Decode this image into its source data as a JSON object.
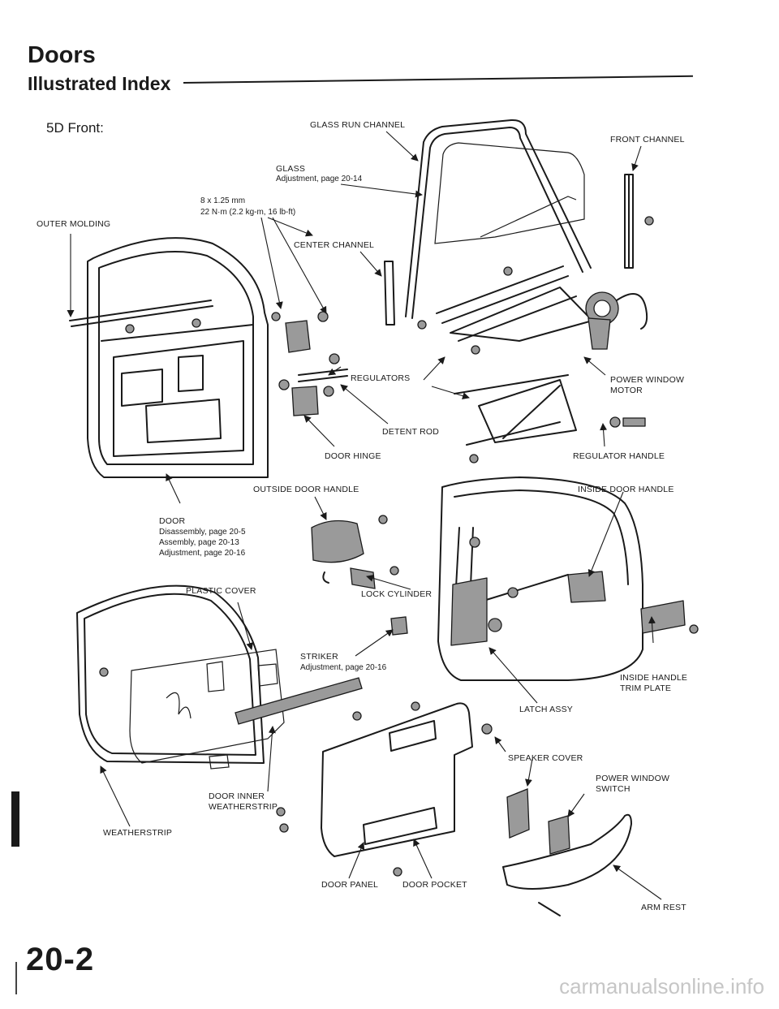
{
  "header": {
    "title": "Doors",
    "subtitle": "Illustrated Index",
    "section": "5D Front:"
  },
  "labels": {
    "glass_run_channel": "GLASS RUN CHANNEL",
    "front_channel": "FRONT CHANNEL",
    "glass": "GLASS",
    "glass_note": "Adjustment, page 20-14",
    "bolt_size": "8 x 1.25 mm",
    "bolt_torque": "22 N·m (2.2 kg-m, 16 lb-ft)",
    "outer_molding": "OUTER MOLDING",
    "center_channel": "CENTER CHANNEL",
    "regulators": "REGULATORS",
    "power_window_motor_line1": "POWER WINDOW",
    "power_window_motor_line2": "MOTOR",
    "detent_rod": "DETENT ROD",
    "door_hinge": "DOOR HINGE",
    "regulator_handle": "REGULATOR HANDLE",
    "outside_door_handle": "OUTSIDE DOOR HANDLE",
    "inside_door_handle": "INSIDE DOOR HANDLE",
    "door": "DOOR",
    "door_note_1": "Disassembly, page 20-5",
    "door_note_2": "Assembly, page 20-13",
    "door_note_3": "Adjustment, page 20-16",
    "plastic_cover": "PLASTIC COVER",
    "lock_cylinder": "LOCK CYLINDER",
    "striker": "STRIKER",
    "striker_note": "Adjustment, page 20-16",
    "inside_handle_trim_line1": "INSIDE HANDLE",
    "inside_handle_trim_line2": "TRIM PLATE",
    "latch_assy": "LATCH ASSY",
    "speaker_cover": "SPEAKER COVER",
    "power_window_switch_line1": "POWER WINDOW",
    "power_window_switch_line2": "SWITCH",
    "door_inner_weatherstrip_line1": "DOOR INNER",
    "door_inner_weatherstrip_line2": "WEATHERSTRIP",
    "weatherstrip": "WEATHERSTRIP",
    "door_panel": "DOOR PANEL",
    "door_pocket": "DOOR POCKET",
    "arm_rest": "ARM REST"
  },
  "footer": {
    "page_number": "20-2",
    "watermark": "carmanualsonline.info"
  }
}
